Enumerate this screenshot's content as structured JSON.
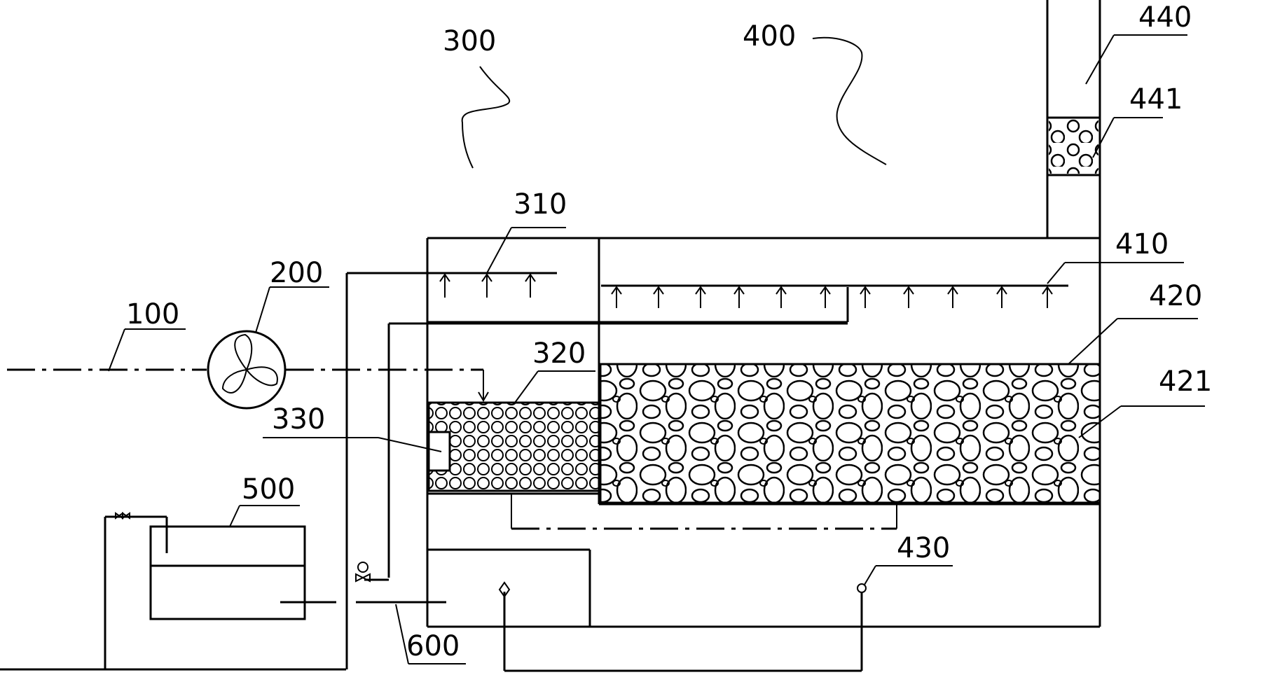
{
  "labels": {
    "l100": "100",
    "l200": "200",
    "l300": "300",
    "l310": "310",
    "l320": "320",
    "l330": "330",
    "l400": "400",
    "l410": "410",
    "l420": "420",
    "l421": "421",
    "l430": "430",
    "l440": "440",
    "l441": "441",
    "l500": "500",
    "l600": "600"
  }
}
